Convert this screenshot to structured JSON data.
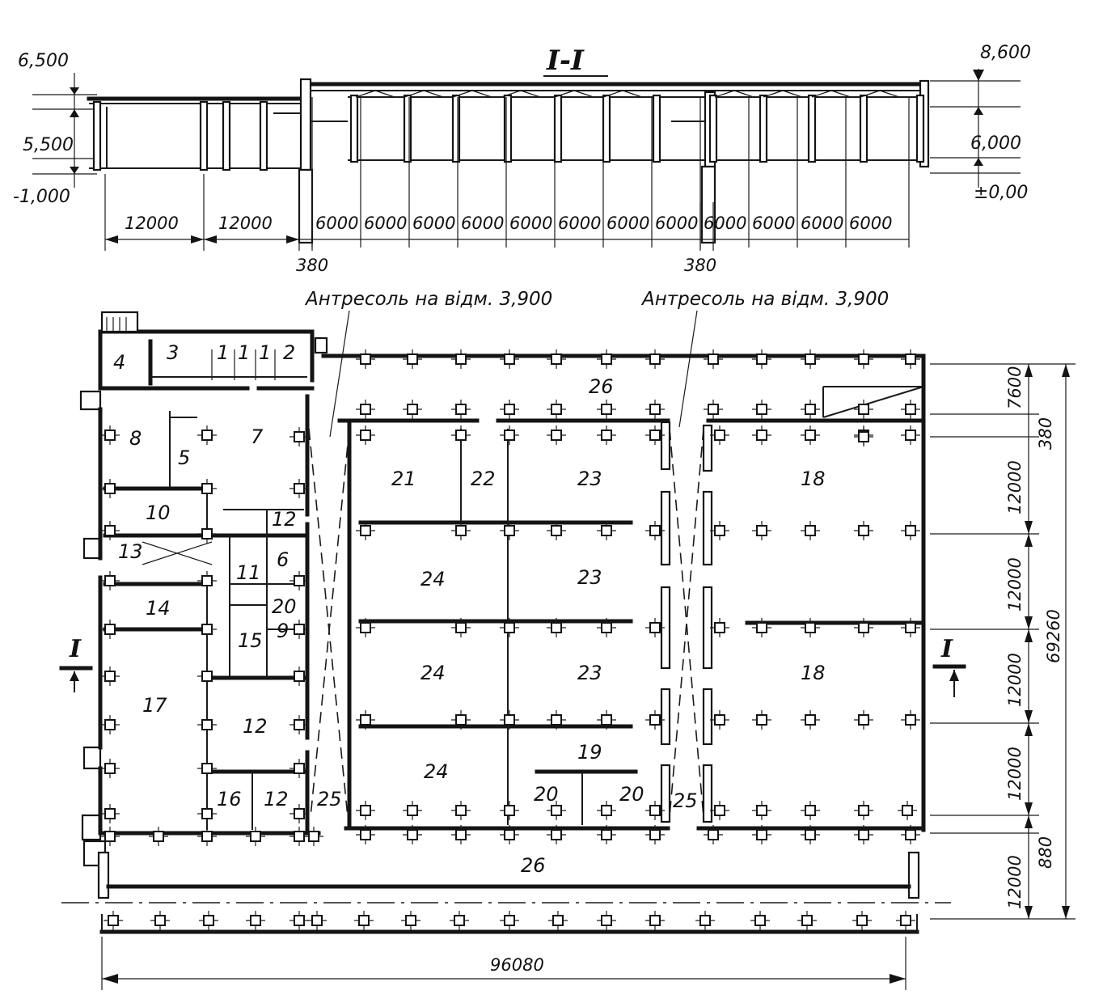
{
  "section": {
    "title": "I-I",
    "levels_left": [
      "6,500",
      "5,500",
      "-1,000"
    ],
    "levels_right": [
      "8,600",
      "6,000",
      "±0,00"
    ],
    "spans_big": [
      "12000",
      "12000"
    ],
    "spans_small": [
      "6000",
      "6000",
      "6000",
      "6000",
      "6000",
      "6000",
      "6000",
      "6000",
      "6000",
      "6000",
      "6000",
      "6000"
    ],
    "offsets": [
      "380",
      "380"
    ]
  },
  "plan": {
    "mezzanine_notes": [
      "Антресоль на відм. 3,900",
      "Антресоль на відм. 3,900"
    ],
    "right_dims": [
      "7600",
      "380",
      "12000",
      "12000",
      "12000",
      "12000",
      "880",
      "12000"
    ],
    "total_height": "69260",
    "total_width": "96080",
    "section_marks": [
      "I",
      "I"
    ],
    "rooms": [
      "4",
      "3",
      "1",
      "1",
      "1",
      "2",
      "8",
      "7",
      "5",
      "10",
      "12",
      "13",
      "6",
      "11",
      "14",
      "20",
      "15",
      "9",
      "17",
      "12",
      "16",
      "12",
      "25",
      "21",
      "22",
      "23",
      "24",
      "23",
      "24",
      "23",
      "24",
      "19",
      "20",
      "20",
      "25",
      "18",
      "18",
      "26",
      "26"
    ]
  }
}
